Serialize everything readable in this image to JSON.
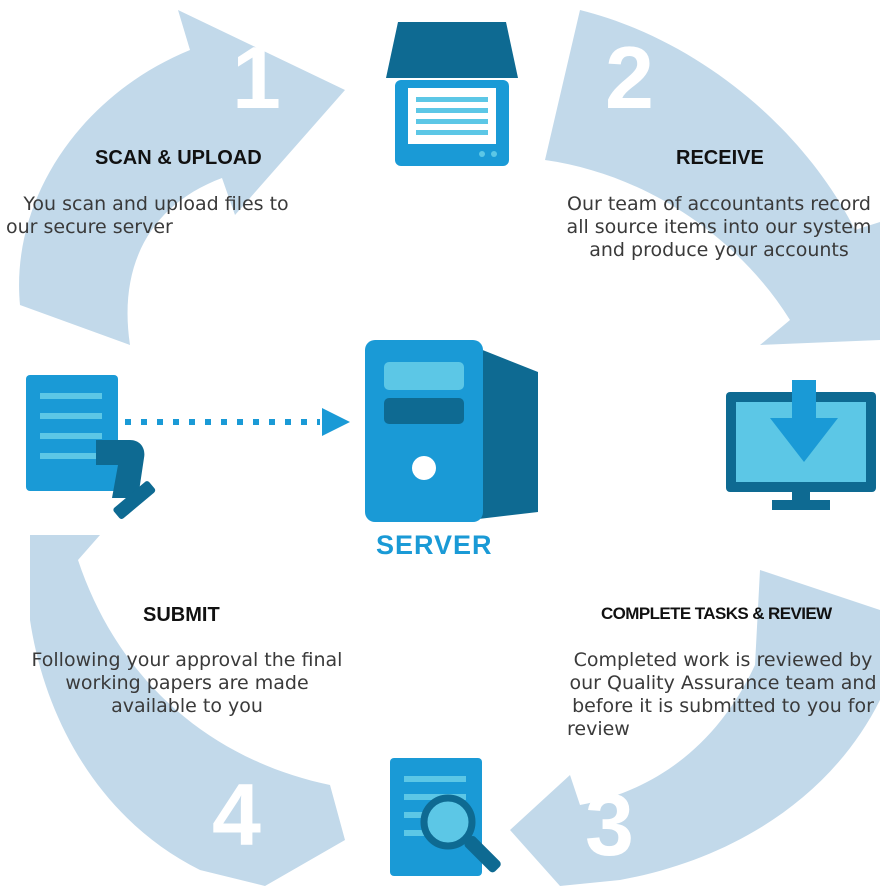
{
  "colors": {
    "arrow": "#c2d9ea",
    "accent": "#1a9ad6",
    "dark": "#0e6a92",
    "light": "#5cc7e6",
    "text": "#3a3a3a"
  },
  "steps": [
    {
      "number": "1",
      "title": "SCAN & UPLOAD",
      "lines": [
        "You scan and upload files to",
        "our secure server"
      ],
      "icon": "scanner-icon"
    },
    {
      "number": "2",
      "title": "RECEIVE",
      "lines": [
        "Our team of accountants record",
        "all source items into our system",
        "and produce your accounts"
      ],
      "icon": "monitor-download-icon"
    },
    {
      "number": "3",
      "title": "COMPLETE TASKS & REVIEW",
      "lines": [
        "Completed work is reviewed by",
        "our Quality Assurance team and",
        "before it is submitted to you for",
        "review"
      ],
      "icon": "document-magnifier-icon"
    },
    {
      "number": "4",
      "title": "SUBMIT",
      "lines": [
        "Following your approval the final",
        "working papers are made",
        "available to you"
      ],
      "icon": "document-hand-icon"
    }
  ],
  "center": {
    "label": "SERVER",
    "icon": "server-icon"
  }
}
